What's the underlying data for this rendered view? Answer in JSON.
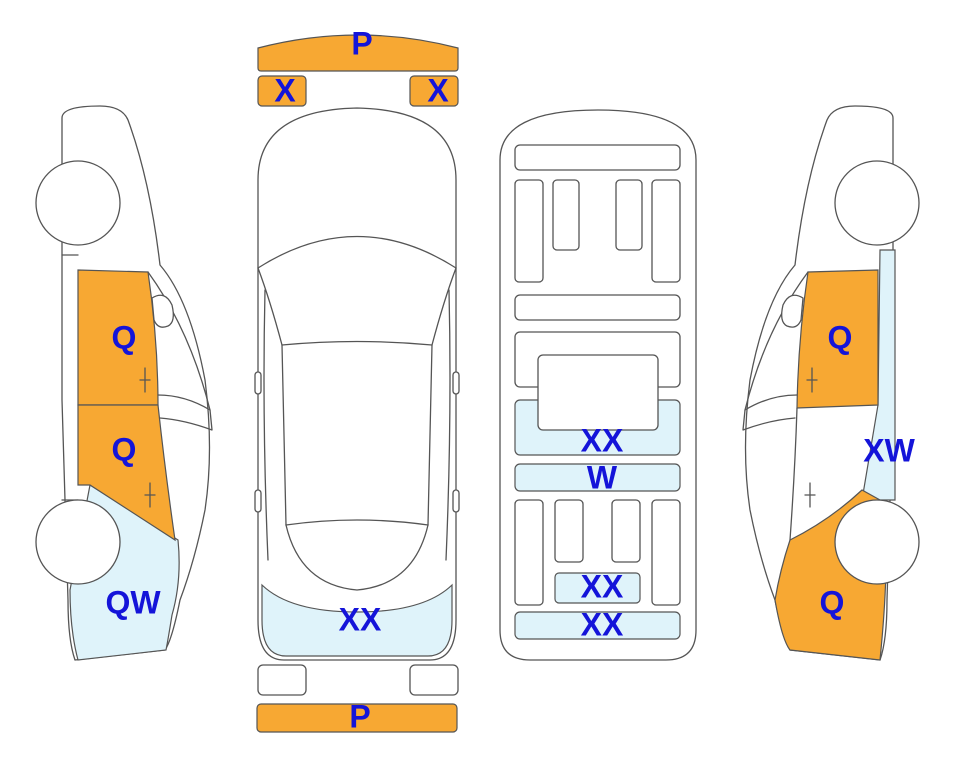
{
  "labels": {
    "front_bumper": "P",
    "rear_bumper": "P",
    "left_light": "X",
    "right_light": "X",
    "left_front_door": "Q",
    "left_rear_door": "Q",
    "left_rear_quarter": "QW",
    "roof_rear": "XX",
    "underbody_upper": "XX",
    "underbody_middle": "W",
    "underbody_lower_1": "XX",
    "underbody_lower_2": "XX",
    "right_front_door": "Q",
    "right_pillar": "XW",
    "right_rear_quarter": "Q"
  },
  "colors": {
    "orange": "#f7a833",
    "light_blue": "#dff3fa",
    "label": "#1414d9"
  }
}
